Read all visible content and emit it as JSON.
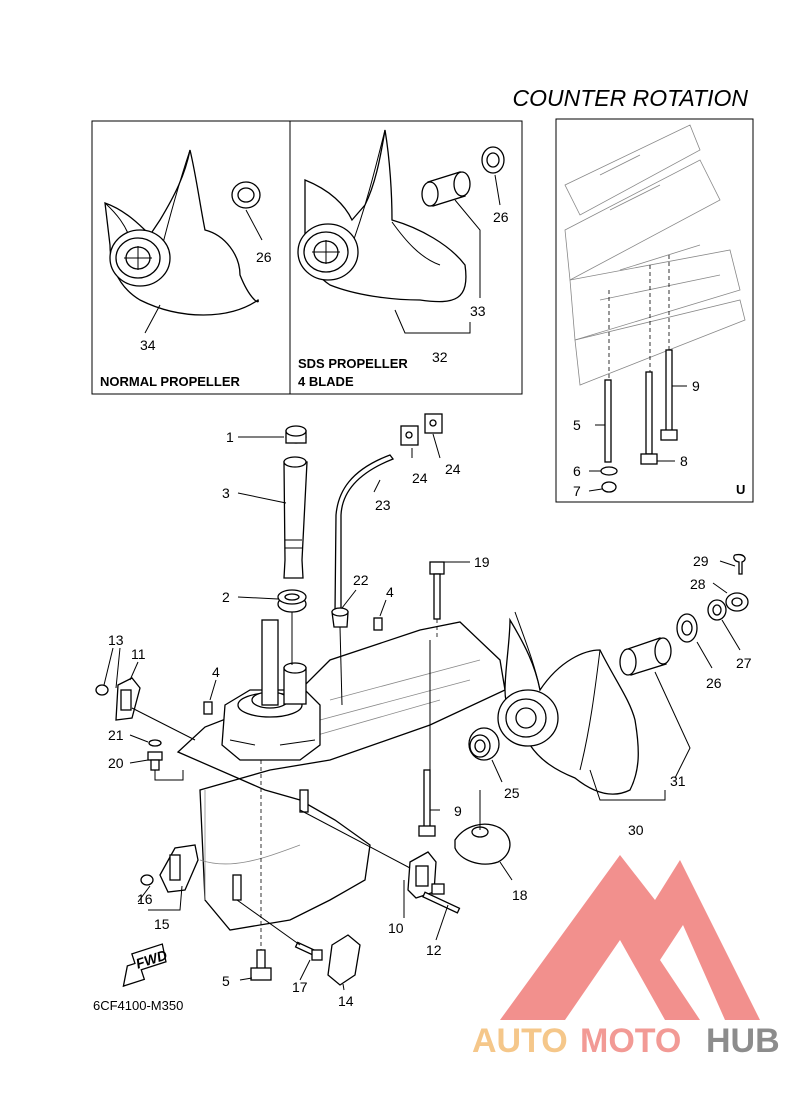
{
  "title": "COUNTER  ROTATION",
  "drawing_number": "6CF4100-M350",
  "boxes": {
    "normal": {
      "label": "NORMAL PROPELLER"
    },
    "sds": {
      "label_line1": "SDS PROPELLER",
      "label_line2": "4 BLADE"
    },
    "detail": {
      "label": "U"
    }
  },
  "fwd_label": "FWD",
  "watermark": {
    "part1": "AUTO",
    "part2": "MOTO",
    "part3": "HUB",
    "colors": {
      "auto": "#f5c78a",
      "moto": "#f29a95",
      "hub": "#8c8c8c",
      "logo": "#f07d7a"
    }
  },
  "callouts": [
    {
      "id": "c34",
      "text": "34"
    },
    {
      "id": "c26a",
      "text": "26"
    },
    {
      "id": "c26b",
      "text": "26"
    },
    {
      "id": "c33",
      "text": "33"
    },
    {
      "id": "c32",
      "text": "32"
    },
    {
      "id": "c9a",
      "text": "9"
    },
    {
      "id": "c5a",
      "text": "5"
    },
    {
      "id": "c6",
      "text": "6"
    },
    {
      "id": "c8",
      "text": "8"
    },
    {
      "id": "c7",
      "text": "7"
    },
    {
      "id": "c1",
      "text": "1"
    },
    {
      "id": "c24a",
      "text": "24"
    },
    {
      "id": "c24b",
      "text": "24"
    },
    {
      "id": "c3",
      "text": "3"
    },
    {
      "id": "c23",
      "text": "23"
    },
    {
      "id": "c19",
      "text": "19"
    },
    {
      "id": "c29",
      "text": "29"
    },
    {
      "id": "c28",
      "text": "28"
    },
    {
      "id": "c2",
      "text": "2"
    },
    {
      "id": "c22",
      "text": "22"
    },
    {
      "id": "c4a",
      "text": "4"
    },
    {
      "id": "c13",
      "text": "13"
    },
    {
      "id": "c11",
      "text": "11"
    },
    {
      "id": "c4b",
      "text": "4"
    },
    {
      "id": "c27",
      "text": "27"
    },
    {
      "id": "c26c",
      "text": "26"
    },
    {
      "id": "c21",
      "text": "21"
    },
    {
      "id": "c20",
      "text": "20"
    },
    {
      "id": "c31",
      "text": "31"
    },
    {
      "id": "c25",
      "text": "25"
    },
    {
      "id": "c9b",
      "text": "9"
    },
    {
      "id": "c30",
      "text": "30"
    },
    {
      "id": "c18",
      "text": "18"
    },
    {
      "id": "c16",
      "text": "16"
    },
    {
      "id": "c15",
      "text": "15"
    },
    {
      "id": "c10",
      "text": "10"
    },
    {
      "id": "c12",
      "text": "12"
    },
    {
      "id": "c5b",
      "text": "5"
    },
    {
      "id": "c17",
      "text": "17"
    },
    {
      "id": "c14",
      "text": "14"
    }
  ]
}
